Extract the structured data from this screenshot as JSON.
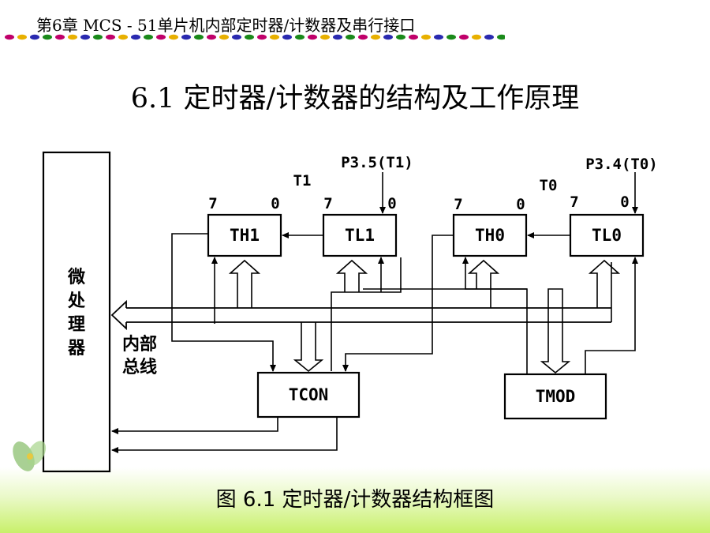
{
  "header": {
    "chapter_title": "第6章  MCS - 51单片机内部定时器/计数器及串行接口",
    "dot_colors": [
      "#c0006a",
      "#e8b000",
      "#2a2ab0",
      "#1a8a1a"
    ]
  },
  "slide": {
    "title": "6.1 定时器/计数器的结构及工作原理"
  },
  "diagram": {
    "cpu_label": [
      "微",
      "处",
      "理",
      "器"
    ],
    "internal_bus_label": [
      "内部",
      "总线"
    ],
    "registers": {
      "th1": "TH1",
      "tl1": "TL1",
      "th0": "TH0",
      "tl0": "TL0",
      "tcon": "TCON",
      "tmod": "TMOD"
    },
    "group_labels": {
      "t1": "T1",
      "t0": "T0"
    },
    "pins": {
      "t1_pin": "P3.5(T1)",
      "t0_pin": "P3.4(T0)"
    },
    "bit_labels": {
      "high": "7",
      "low": "0"
    }
  },
  "caption": "图  6.1 定时器/计数器结构框图"
}
